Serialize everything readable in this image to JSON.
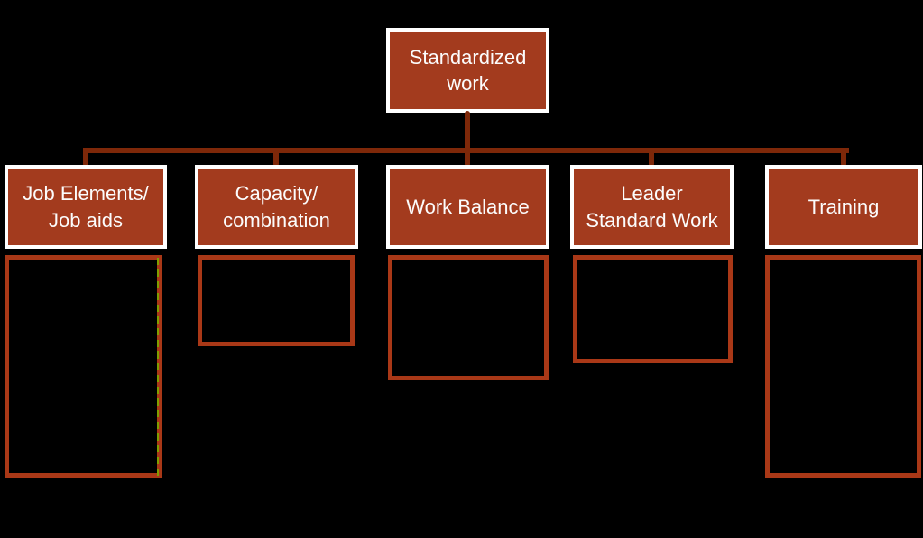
{
  "colors": {
    "background": "#000000",
    "node_fill": "#A33B1E",
    "node_frame": "#FFFFFF",
    "node_text": "#FCFCFC",
    "connector": "#7E2809",
    "panel_border": "#A93817",
    "alignment_guide": "#7F9D00"
  },
  "diagram": {
    "type": "org-chart",
    "root": {
      "label": "Standardized\nwork"
    },
    "children": [
      {
        "label": "Job Elements/\nJob aids"
      },
      {
        "label": "Capacity/\ncombination"
      },
      {
        "label": "Work Balance"
      },
      {
        "label": "Leader\nStandard Work"
      },
      {
        "label": "Training"
      }
    ]
  }
}
